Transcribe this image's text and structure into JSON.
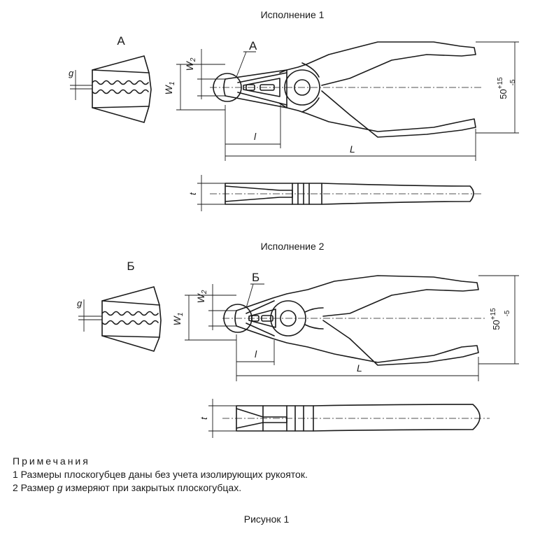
{
  "figure": {
    "variant1_title": "Исполнение 1",
    "variant2_title": "Исполнение 2",
    "caption": "Рисунок 1"
  },
  "labels": {
    "detail_a": "А",
    "detail_b": "Б",
    "g": "g",
    "w1": "W",
    "w1_sub": "1",
    "w2": "W",
    "w2_sub": "2",
    "l": "l",
    "L": "L",
    "t": "t",
    "handle_span": "50",
    "tol_plus": "+15",
    "tol_minus": "-5"
  },
  "notes": {
    "heading": "Примечания",
    "item1": "1  Размеры плоскогубцев даны без учета изолирующих рукояток.",
    "item2_pre": "2  Размер ",
    "item2_var": "g",
    "item2_post": " измеряют при закрытых плоскогубцах."
  }
}
